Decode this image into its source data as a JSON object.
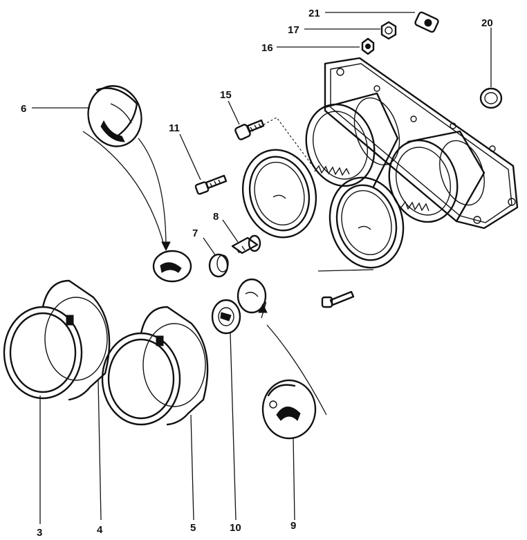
{
  "callouts": {
    "c21": "21",
    "c17": "17",
    "c16": "16",
    "c20": "20",
    "c15": "15",
    "c6": "6",
    "c11": "11",
    "c8": "8",
    "c7": "7",
    "c3": "3",
    "c4": "4",
    "c5": "5",
    "c10": "10",
    "c9": "9"
  }
}
